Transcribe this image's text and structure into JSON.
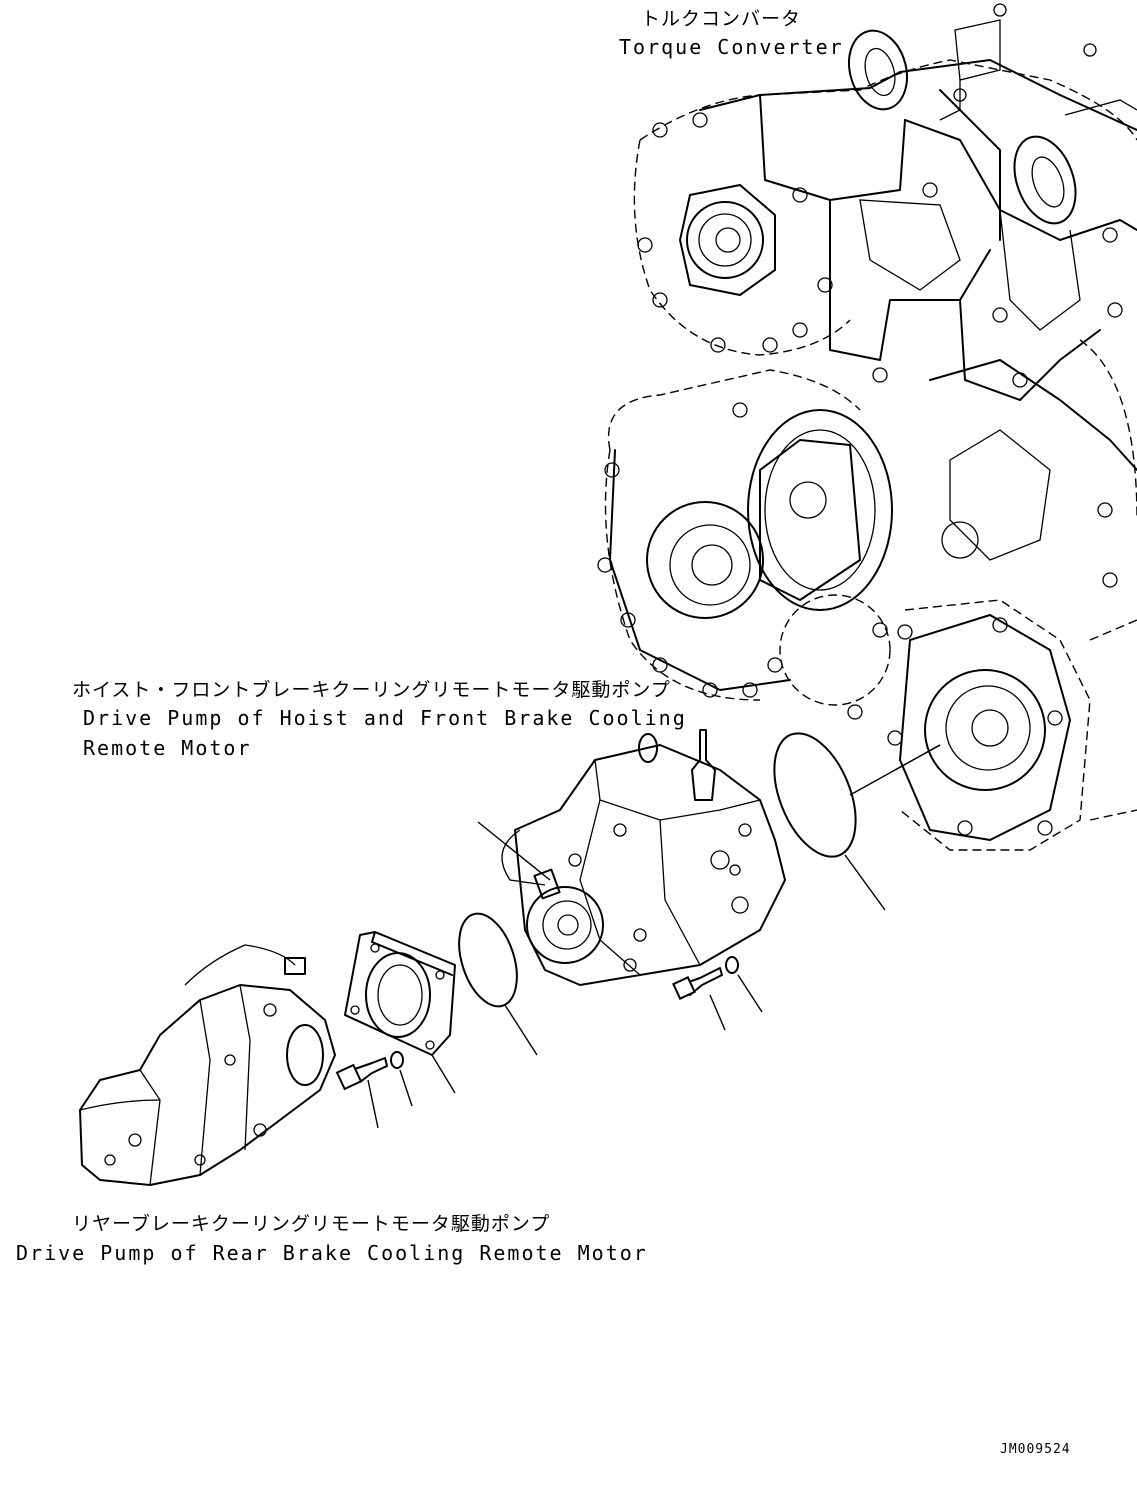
{
  "labels": {
    "torque_converter": {
      "jp": "トルクコンバータ",
      "en": "Torque Converter"
    },
    "front_pump": {
      "jp": "ホイスト・フロントブレーキクーリングリモートモータ駆動ポンプ",
      "en_line1": "Drive Pump of Hoist and Front Brake Cooling",
      "en_line2": "Remote Motor"
    },
    "rear_pump": {
      "jp": "リヤーブレーキクーリングリモートモータ駆動ポンプ",
      "en": "Drive Pump of Rear Brake Cooling Remote Motor"
    }
  },
  "drawing_code": "JM009524",
  "colors": {
    "ink": "#000000",
    "paper": "#ffffff"
  }
}
